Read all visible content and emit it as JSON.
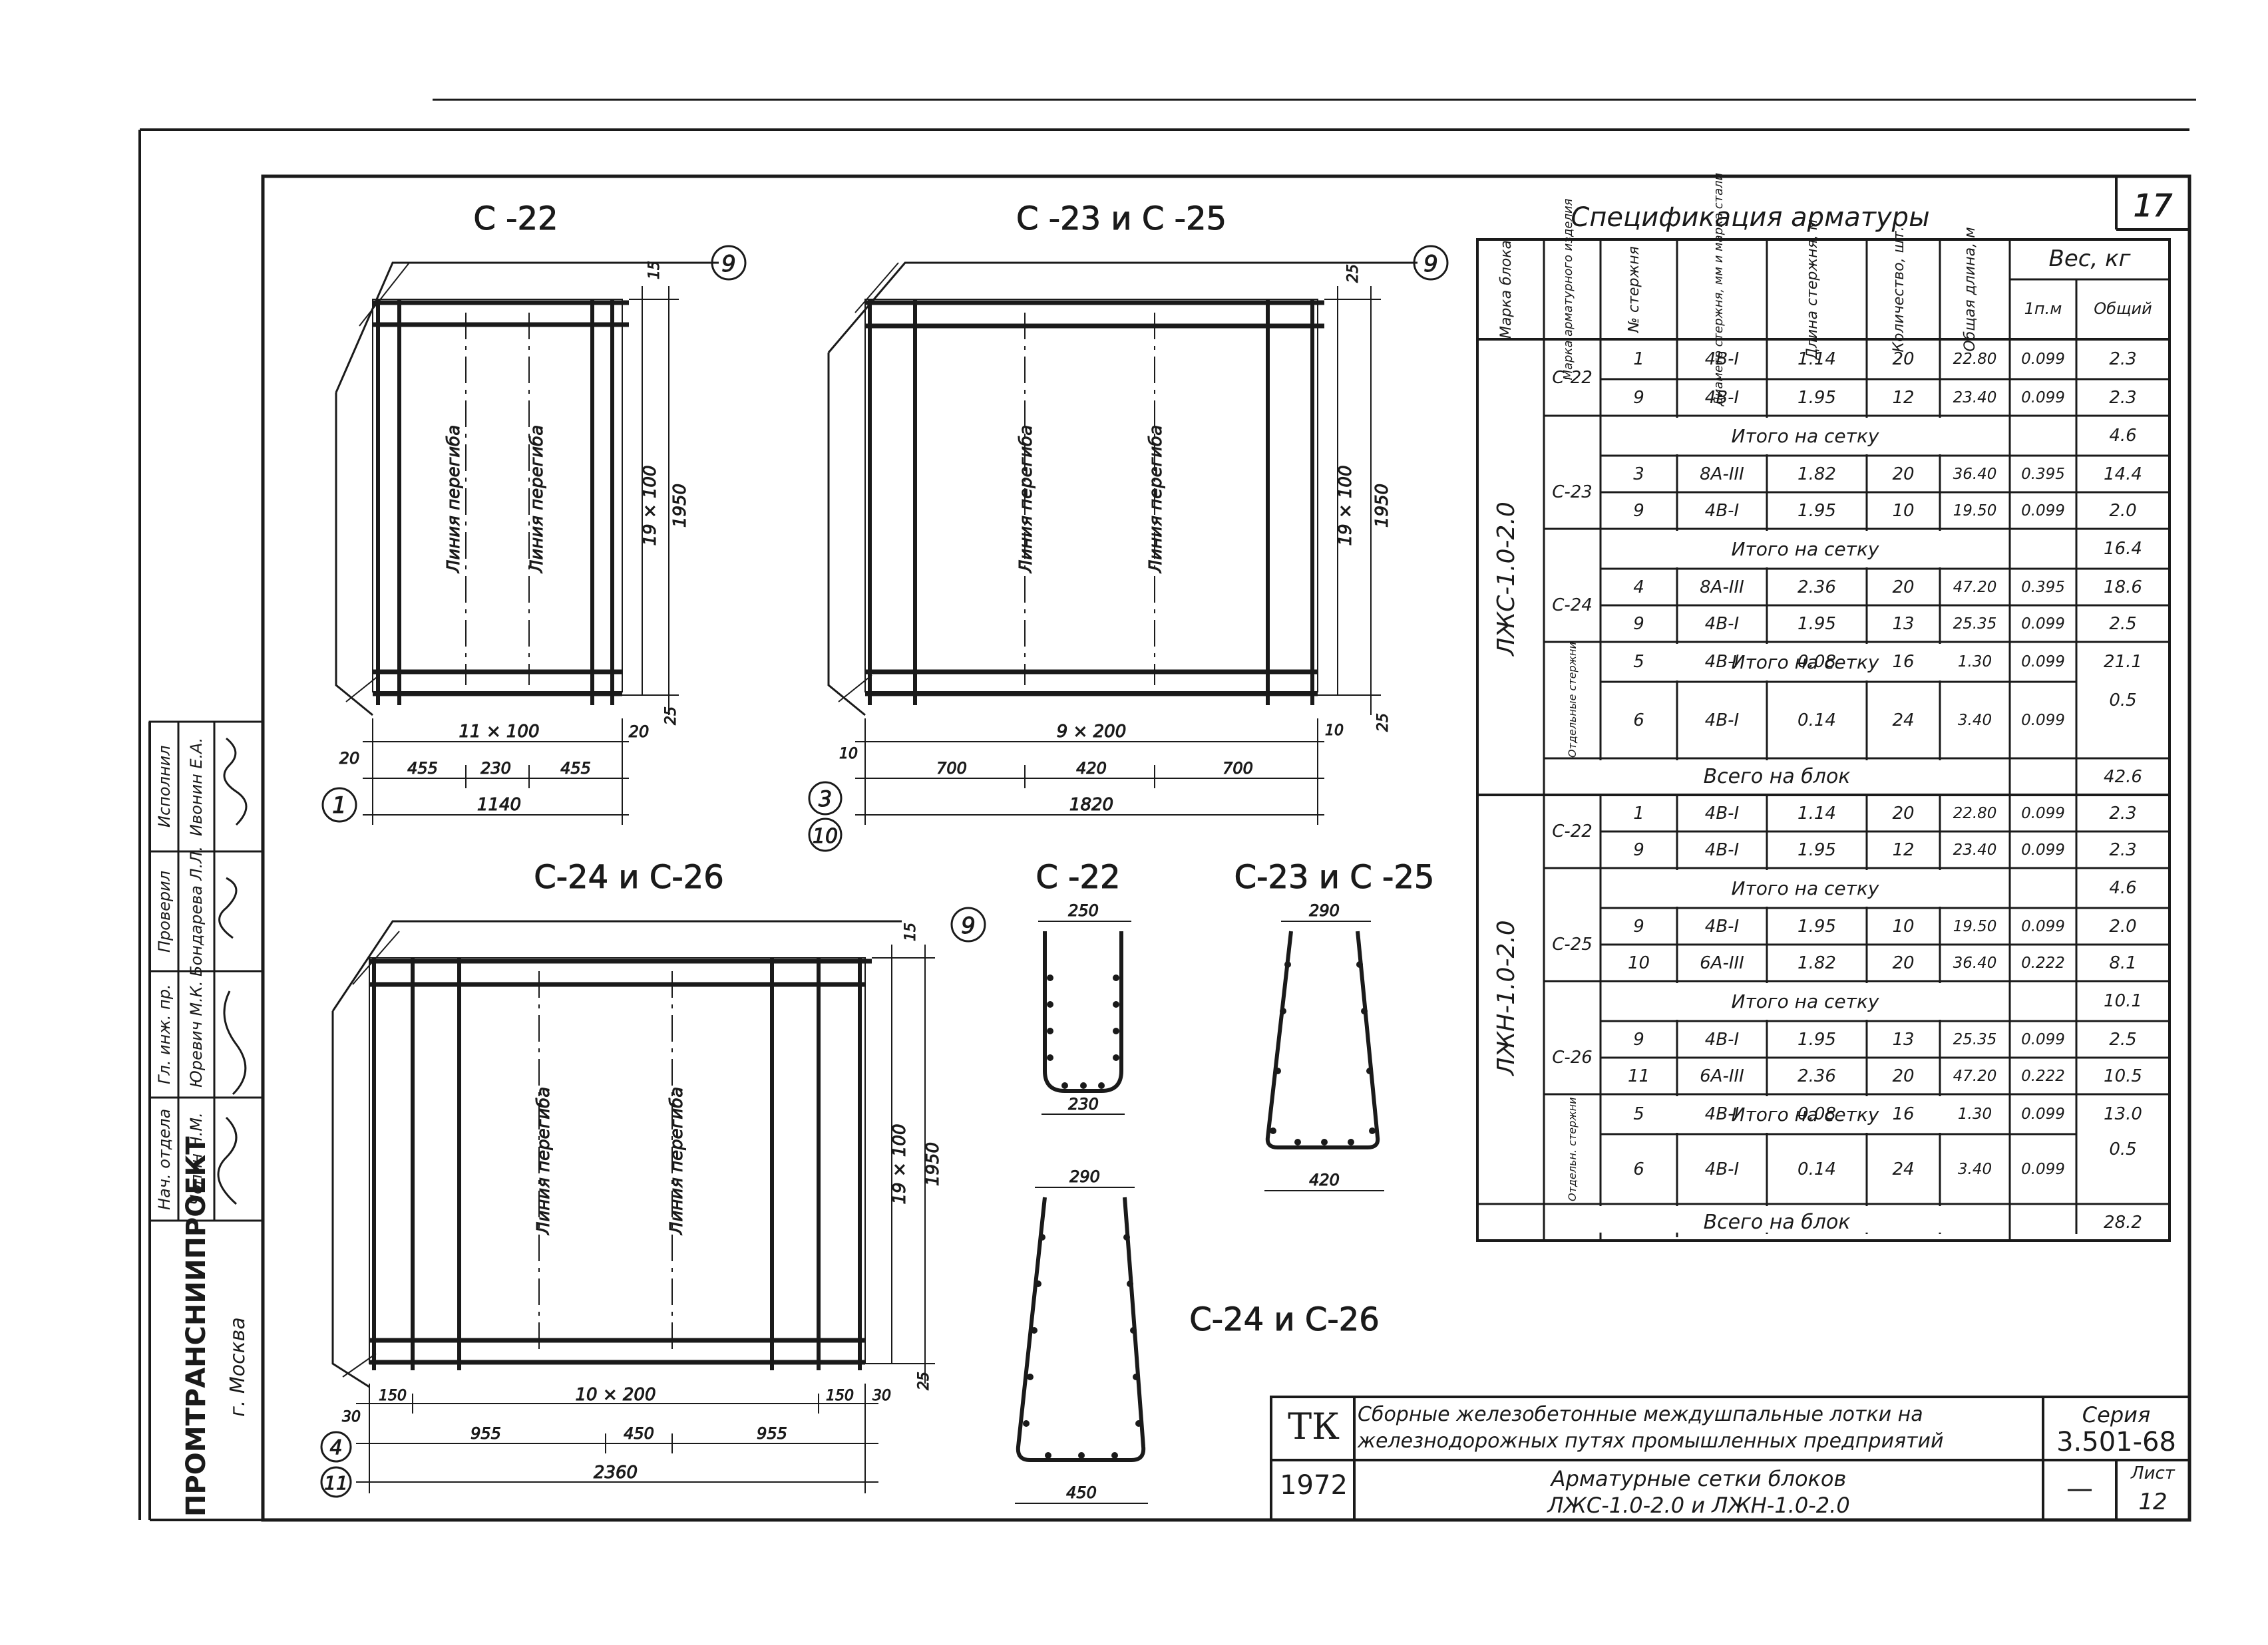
{
  "sheet_corner_number": "17",
  "drawings": {
    "mesh_c22": {
      "title": "С -22",
      "callout": "9",
      "bend_line_1": "Линия перегиба",
      "bend_line_2": "Линия перегиба",
      "dim_top": "15",
      "dim_vert_spacing": "19 × 100",
      "dim_vert_total": "1950",
      "dim_horiz_spacing": "11 × 100",
      "dim_left": "20",
      "dim_right": "20",
      "dim_corner": "25",
      "dim_a": "455",
      "dim_b": "230",
      "dim_c": "455",
      "dim_total": "1140",
      "bar_mark": "1"
    },
    "mesh_c23": {
      "title": "С -23 и С -25",
      "callout": "9",
      "bend_line_1": "Линия перегиба",
      "bend_line_2": "Линия перегиба",
      "dim_top": "25",
      "dim_vert_spacing": "19 × 100",
      "dim_vert_total": "1950",
      "dim_horiz_spacing": "9 × 200",
      "dim_left": "10",
      "dim_right": "10",
      "dim_corner": "25",
      "dim_a": "700",
      "dim_b": "420",
      "dim_c": "700",
      "dim_total": "1820",
      "bar_mark_1": "3",
      "bar_mark_2": "10"
    },
    "mesh_c24": {
      "title": "С-24 и С-26",
      "callout": "9",
      "bend_line_1": "Линия перегиба",
      "bend_line_2": "Линия перегиба",
      "dim_top": "15",
      "dim_vert_spacing": "19 × 100",
      "dim_vert_total": "1950",
      "dim_horiz_spacing": "10 × 200",
      "dim_left": "150",
      "dim_right": "150",
      "dim_out_left": "30",
      "dim_out_right": "30",
      "dim_corner": "25",
      "dim_a": "955",
      "dim_b": "450",
      "dim_c": "955",
      "dim_total": "2360",
      "bar_mark_1": "4",
      "bar_mark_2": "11"
    },
    "section_c22": {
      "title": "С -22",
      "top": "250",
      "bottom": "230"
    },
    "section_c23": {
      "title": "С-23 и С -25",
      "top": "290",
      "bottom": "420"
    },
    "section_c24": {
      "title": "С-24 и С-26",
      "top": "290",
      "bottom": "450"
    }
  },
  "spec": {
    "title": "Спецификация арматуры",
    "headers": {
      "block_mark": "Марка блока",
      "element_mark": "Марка арматурного изделия",
      "bar_no": "№ стержня",
      "diameter": "Диаметр стержня, мм и марка стали",
      "length": "Длина стержня, м",
      "quantity": "Количество, шт.",
      "total_length": "Общая длина, м",
      "weight": "Вес, кг",
      "weight_per_m": "1п.м",
      "weight_total": "Общий"
    },
    "block1": {
      "name": "ЛЖС-1.0-2.0",
      "groups": [
        {
          "mark": "С-22",
          "rows": [
            {
              "no": "1",
              "dia": "4В-I",
              "len": "1.14",
              "qty": "20",
              "total": "22.80",
              "per_m": "0.099",
              "weight": "2.3"
            },
            {
              "no": "9",
              "dia": "4В-I",
              "len": "1.95",
              "qty": "12",
              "total": "23.40",
              "per_m": "0.099",
              "weight": "2.3"
            }
          ],
          "subtotal_label": "Итого на сетку",
          "subtotal": "4.6"
        },
        {
          "mark": "С-23",
          "rows": [
            {
              "no": "3",
              "dia": "8А-III",
              "len": "1.82",
              "qty": "20",
              "total": "36.40",
              "per_m": "0.395",
              "weight": "14.4"
            },
            {
              "no": "9",
              "dia": "4В-I",
              "len": "1.95",
              "qty": "10",
              "total": "19.50",
              "per_m": "0.099",
              "weight": "2.0"
            }
          ],
          "subtotal_label": "Итого на сетку",
          "subtotal": "16.4"
        },
        {
          "mark": "С-24",
          "rows": [
            {
              "no": "4",
              "dia": "8А-III",
              "len": "2.36",
              "qty": "20",
              "total": "47.20",
              "per_m": "0.395",
              "weight": "18.6"
            },
            {
              "no": "9",
              "dia": "4В-I",
              "len": "1.95",
              "qty": "13",
              "total": "25.35",
              "per_m": "0.099",
              "weight": "2.5"
            }
          ],
          "subtotal_label": "Итого на сетку",
          "subtotal": "21.1"
        },
        {
          "mark": "Отдельные стержни",
          "rows": [
            {
              "no": "5",
              "dia": "4В-I",
              "len": "0.08",
              "qty": "16",
              "total": "1.30",
              "per_m": "0.099"
            },
            {
              "no": "6",
              "dia": "4В-I",
              "len": "0.14",
              "qty": "24",
              "total": "3.40",
              "per_m": "0.099"
            }
          ],
          "merged_weight": "0.5"
        }
      ],
      "total_label": "Всего на блок",
      "total": "42.6"
    },
    "block2": {
      "name": "ЛЖН-1.0-2.0",
      "groups": [
        {
          "mark": "С-22",
          "rows": [
            {
              "no": "1",
              "dia": "4В-I",
              "len": "1.14",
              "qty": "20",
              "total": "22.80",
              "per_m": "0.099",
              "weight": "2.3"
            },
            {
              "no": "9",
              "dia": "4В-I",
              "len": "1.95",
              "qty": "12",
              "total": "23.40",
              "per_m": "0.099",
              "weight": "2.3"
            }
          ],
          "subtotal_label": "Итого на сетку",
          "subtotal": "4.6"
        },
        {
          "mark": "С-25",
          "rows": [
            {
              "no": "9",
              "dia": "4В-I",
              "len": "1.95",
              "qty": "10",
              "total": "19.50",
              "per_m": "0.099",
              "weight": "2.0"
            },
            {
              "no": "10",
              "dia": "6А-III",
              "len": "1.82",
              "qty": "20",
              "total": "36.40",
              "per_m": "0.222",
              "weight": "8.1"
            }
          ],
          "subtotal_label": "Итого на сетку",
          "subtotal": "10.1"
        },
        {
          "mark": "С-26",
          "rows": [
            {
              "no": "9",
              "dia": "4В-I",
              "len": "1.95",
              "qty": "13",
              "total": "25.35",
              "per_m": "0.099",
              "weight": "2.5"
            },
            {
              "no": "11",
              "dia": "6А-III",
              "len": "2.36",
              "qty": "20",
              "total": "47.20",
              "per_m": "0.222",
              "weight": "10.5"
            }
          ],
          "subtotal_label": "Итого на сетку",
          "subtotal": "13.0"
        },
        {
          "mark": "Отдельн. стержни",
          "rows": [
            {
              "no": "5",
              "dia": "4В-I",
              "len": "0.08",
              "qty": "16",
              "total": "1.30",
              "per_m": "0.099"
            },
            {
              "no": "6",
              "dia": "4В-I",
              "len": "0.14",
              "qty": "24",
              "total": "3.40",
              "per_m": "0.099"
            }
          ],
          "merged_weight": "0.5"
        }
      ],
      "total_label": "Всего на блок",
      "total": "28.2"
    }
  },
  "signatures": {
    "roles": [
      "Нач. отдела",
      "Гл. инж. пр.",
      "Проверил",
      "Исполнил"
    ],
    "names": [
      "Чопин Н.М.",
      "Юревич М.К.",
      "Бондарева Л.Л.",
      "Ивонин Е.А."
    ]
  },
  "org": {
    "name": "ПРОМТРАНСНИИПРОЕКТ",
    "city": "г. Москва"
  },
  "title_block": {
    "tk": "ТК",
    "year": "1972",
    "desc_line1": "Сборные железобетонные междушпальные лотки на",
    "desc_line2": "железнодорожных путях промышленных предприятий",
    "series_label": "Серия",
    "series": "3.501-68",
    "subtitle_line1": "Арматурные сетки блоков",
    "subtitle_line2": "ЛЖС-1.0-2.0 и ЛЖН-1.0-2.0",
    "dash": "—",
    "sheet_label": "Лист",
    "sheet": "12"
  }
}
